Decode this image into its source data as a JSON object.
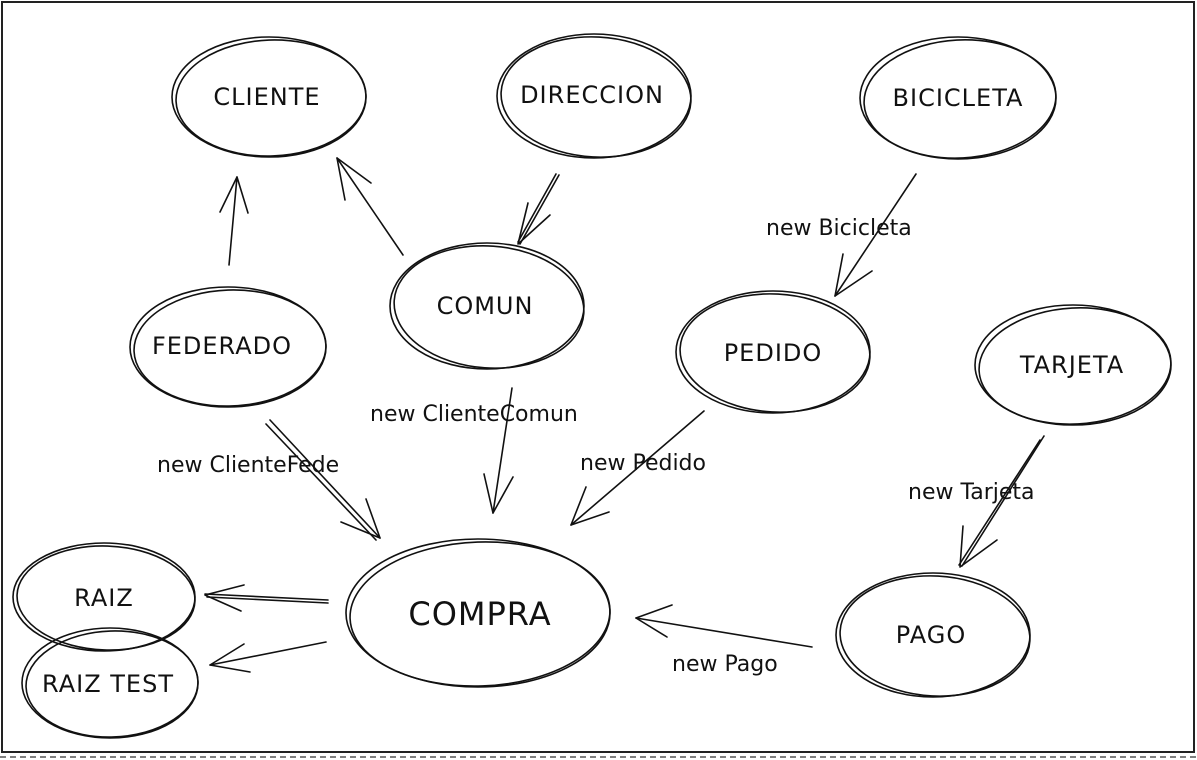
{
  "nodes": {
    "cliente": "CLIENTE",
    "direccion": "DIRECCION",
    "bicicleta": "BICICLETA",
    "comun": "COMUN",
    "federado": "FEDERADO",
    "pedido": "PEDIDO",
    "tarjeta": "TARJETA",
    "compra": "COMPRA",
    "raiz": "RAIZ",
    "raiz_test": "RAIZ TEST",
    "pago": "PAGO"
  },
  "edges": {
    "new_bicicleta": "new Bicicleta",
    "new_cliente_comun": "new ClienteComun",
    "new_cliente_fede": "new ClienteFede",
    "new_pedido": "new Pedido",
    "new_tarjeta": "new Tarjeta",
    "new_pago": "new Pago"
  },
  "colors": {
    "ink": "#111111",
    "background": "#ffffff"
  }
}
